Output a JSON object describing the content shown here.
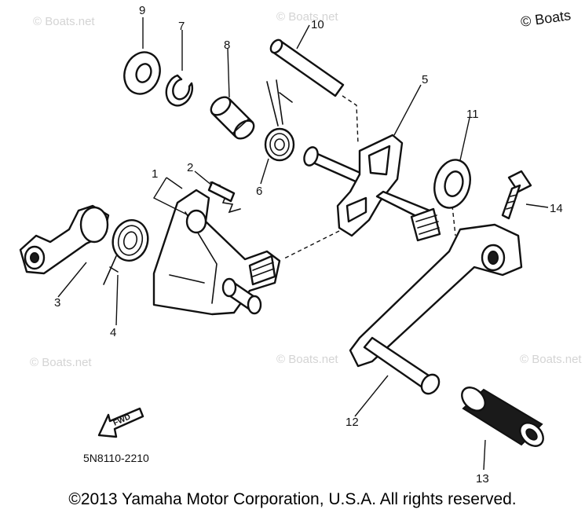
{
  "watermarks": [
    "© Boats.net",
    "© Boats.net",
    "© Boats.net",
    "© Boats.net",
    "© Boats.net"
  ],
  "corner_watermark": "© Boats",
  "callouts": {
    "p1": "1",
    "p2": "2",
    "p3": "3",
    "p4": "4",
    "p5": "5",
    "p6": "6",
    "p7": "7",
    "p8": "8",
    "p9": "9",
    "p10": "10",
    "p11": "11",
    "p12": "12",
    "p13": "13",
    "p14": "14"
  },
  "fwd_label": "FWD",
  "diagram_code": "5N8110-2210",
  "copyright": "©2013 Yamaha Motor Corporation, U.S.A. All rights reserved."
}
